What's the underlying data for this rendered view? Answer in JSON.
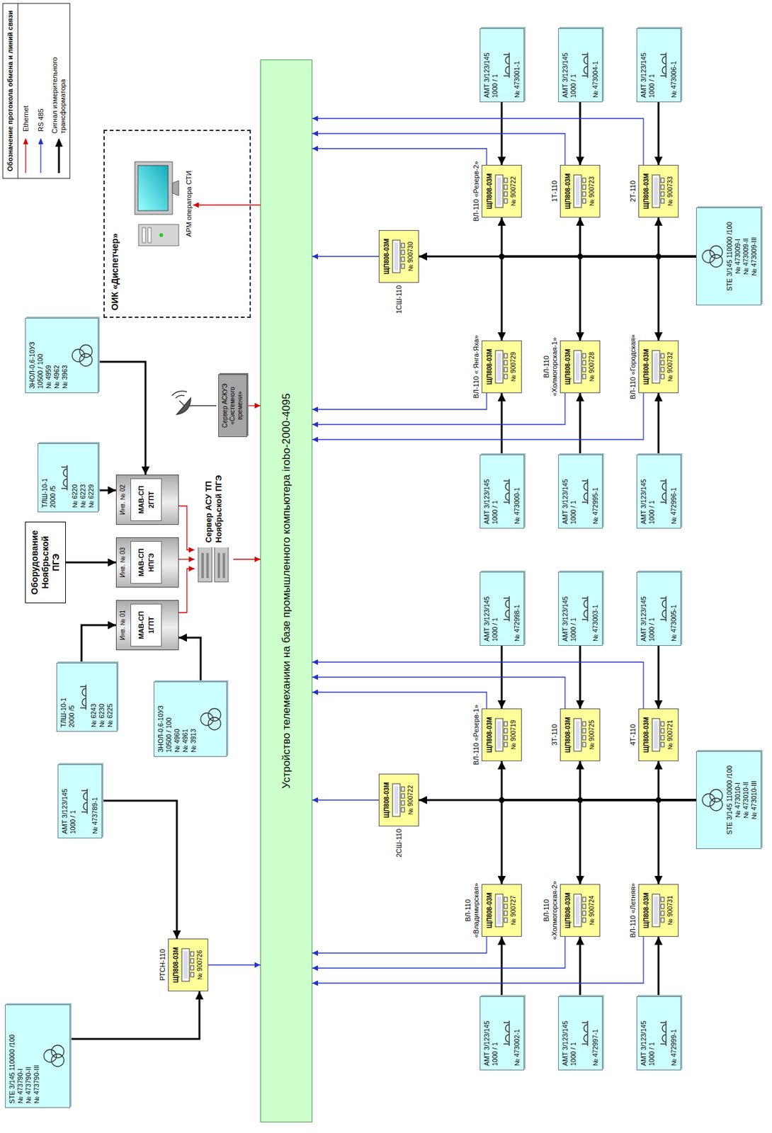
{
  "diagram": {
    "nodes": [
      {
        "text": [
          "STE 3/145 110000 /100",
          "№ 473790-I",
          "№ 473790-II",
          "№ 473790-III"
        ]
      },
      {
        "text": [
          "АМТ 3/123/145",
          "1000 / 1",
          "№ 473789-1"
        ]
      },
      {
        "text": [
          "РТСН-110",
          "ЩП808-03М",
          "№ 900726"
        ]
      },
      {
        "text": [
          "ЗНОЛ-0,6-10УЗ",
          "10500 / 100",
          "№ 4960",
          "№ 4961",
          "№ 3913"
        ]
      },
      {
        "text": [
          "ТЛШ-10-1",
          "2000 /5",
          "№ 6243",
          "№ 6230",
          "№ 6225"
        ]
      },
      {
        "text": [
          "Инв. № 01",
          "МАВ-СП",
          "1ГПТ"
        ]
      },
      {
        "text": [
          "Оборудование Ноябрьской ПГЭ"
        ]
      },
      {
        "text": [
          "Инв. № 03",
          "МАВ-СП",
          "НПГЭ"
        ]
      },
      {
        "text": [
          "ТЛШ-10-1",
          "2000 /5",
          "№ 6220",
          "№ 6223",
          "№ 6229"
        ]
      },
      {
        "text": [
          "Инв. № 02",
          "МАВ-СП",
          "2ГПТ"
        ]
      },
      {
        "text": [
          "Сервер АСУ ТП Ноябрьской ПГЭ"
        ]
      },
      {
        "text": [
          "ЗНОЛ-0,6-10УЗ",
          "10500 / 100",
          "№ 4959",
          "№ 4962",
          "№ 3963"
        ]
      },
      {
        "text": [
          "Сервер АСКУЭ «Системного времени»"
        ]
      },
      {
        "text": [
          "ОИК «Диспетчер»"
        ]
      },
      {
        "text": [
          "АРМ оператора СТИ"
        ],
        "in": 13
      },
      {
        "text": [
          "Устройство телемеханики на базе промышленного компьютера irobo-2000-4095"
        ]
      },
      {
        "text": [
          "АМТ 3/123/145",
          "1000 / 1",
          "№ 473002-1"
        ]
      },
      {
        "text": [
          "АМТ 3/123/145",
          "1000 / 1",
          "№ 472997-1"
        ]
      },
      {
        "text": [
          "АМТ 3/123/145",
          "1000 / 1",
          "№ 472999-1"
        ]
      },
      {
        "text": [
          "ВЛ-110 «Владимирская»",
          "ЩП808-03М",
          "№ 900727"
        ]
      },
      {
        "text": [
          "ВЛ-110 «Холмогорская-2»",
          "ЩП808-03М",
          "№ 900724"
        ]
      },
      {
        "text": [
          "ВЛ-110 «Летняя»",
          "ЩП808-03М",
          "№ 900731"
        ]
      },
      {
        "text": [
          "2СШ-110",
          "ЩП808-03М",
          "№ 900722"
        ]
      },
      {
        "text": [
          "STE 3/145 110000 /100",
          "№ 473010-I",
          "№ 473010-II",
          "№ 473010-III"
        ]
      },
      {
        "text": [
          "ВЛ-110 «Резерв-1»",
          "ЩП808-03М",
          "№ 900719"
        ]
      },
      {
        "text": [
          "3Т-110",
          "ЩП808-03М",
          "№ 900725"
        ]
      },
      {
        "text": [
          "4Т-110",
          "ЩП808-03М",
          "№ 900721"
        ]
      },
      {
        "text": [
          "АМТ 3/123/145",
          "1000 / 1",
          "№ 472998-1"
        ]
      },
      {
        "text": [
          "АМТ 3/123/145",
          "1000 / 1",
          "№ 473003-1"
        ]
      },
      {
        "text": [
          "АМТ 3/123/145",
          "1000 / 1",
          "№ 473005-1"
        ]
      },
      {
        "text": [
          "АМТ 3/123/145",
          "1000 / 1",
          "№ 473000-1"
        ]
      },
      {
        "text": [
          "АМТ 3/123/145",
          "1000 / 1",
          "№ 472995-1"
        ]
      },
      {
        "text": [
          "АМТ 3/123/145",
          "1000 / 1",
          "№ 472996-1"
        ]
      },
      {
        "text": [
          "ВЛ-110 « Янга-Яха»",
          "ЩП808-03М",
          "№ 900729"
        ]
      },
      {
        "text": [
          "ВЛ-110 «Холмогорская-1»",
          "ЩП808-03М",
          "№ 900728"
        ]
      },
      {
        "text": [
          "ВЛ-110 «Городская»",
          "ЩП808-03М",
          "№ 900732"
        ]
      },
      {
        "text": [
          "1СШ-110",
          "ЩП808-03М",
          "№ 900730"
        ]
      },
      {
        "text": [
          "STE 3/145 110000 /100",
          "№ 473009-I",
          "№ 473009-II",
          "№ 473009-III"
        ]
      },
      {
        "text": [
          "ВЛ-110 «Резерв-2»",
          "ЩП808-03М",
          "№ 900722"
        ]
      },
      {
        "text": [
          "1Т-110",
          "ЩП808-03М",
          "№ 900723"
        ]
      },
      {
        "text": [
          "2Т-110",
          "ЩП808-03М",
          "№ 900733"
        ]
      },
      {
        "text": [
          "АМТ 3/123/145",
          "1000 / 1",
          "№ 473001-1"
        ]
      },
      {
        "text": [
          "АМТ 3/123/145",
          "1000 / 1",
          "№ 473004-1"
        ]
      },
      {
        "text": [
          "АМТ 3/123/145",
          "1000 / 1",
          "№ 473006-1"
        ]
      }
    ],
    "edges": [
      {
        "from": 0,
        "to": 2,
        "arrow": "to"
      },
      {
        "from": 1,
        "to": 2,
        "arrow": "to"
      },
      {
        "from": 3,
        "to": 5,
        "arrow": "to"
      },
      {
        "from": 4,
        "to": 5,
        "arrow": "to"
      },
      {
        "from": 6,
        "to": 7,
        "arrow": "to"
      },
      {
        "from": 8,
        "to": 9,
        "arrow": "to"
      },
      {
        "from": 11,
        "to": 9,
        "arrow": "to"
      },
      {
        "from": 5,
        "to": 10,
        "arrow": "to"
      },
      {
        "from": 7,
        "to": 10,
        "arrow": "to"
      },
      {
        "from": 9,
        "to": 10,
        "arrow": "to"
      },
      {
        "from": 10,
        "to": 15,
        "arrow": "to"
      },
      {
        "from": 12,
        "to": 15,
        "arrow": "to"
      },
      {
        "from": 15,
        "to": 14,
        "arrow": "to"
      },
      {
        "from": 2,
        "to": 15,
        "arrow": "to"
      },
      {
        "from": 16,
        "to": 19,
        "arrow": "to"
      },
      {
        "from": 17,
        "to": 20,
        "arrow": "to"
      },
      {
        "from": 18,
        "to": 21,
        "arrow": "to"
      },
      {
        "from": 27,
        "to": 24,
        "arrow": "to"
      },
      {
        "from": 28,
        "to": 25,
        "arrow": "to"
      },
      {
        "from": 29,
        "to": 26,
        "arrow": "to"
      },
      {
        "from": 23,
        "to": 22,
        "arrow": "to"
      },
      {
        "from": 23,
        "to": 19,
        "arrow": "to"
      },
      {
        "from": 23,
        "to": 20,
        "arrow": "to"
      },
      {
        "from": 23,
        "to": 21,
        "arrow": "to"
      },
      {
        "from": 23,
        "to": 24,
        "arrow": "to"
      },
      {
        "from": 23,
        "to": 25,
        "arrow": "to"
      },
      {
        "from": 23,
        "to": 26,
        "arrow": "to"
      },
      {
        "from": 22,
        "to": 15,
        "arrow": "to"
      },
      {
        "from": 19,
        "to": 15,
        "arrow": "to"
      },
      {
        "from": 20,
        "to": 15,
        "arrow": "to"
      },
      {
        "from": 21,
        "to": 15,
        "arrow": "to"
      },
      {
        "from": 24,
        "to": 15,
        "arrow": "to"
      },
      {
        "from": 25,
        "to": 15,
        "arrow": "to"
      },
      {
        "from": 26,
        "to": 15,
        "arrow": "to"
      },
      {
        "from": 30,
        "to": 33,
        "arrow": "to"
      },
      {
        "from": 31,
        "to": 34,
        "arrow": "to"
      },
      {
        "from": 32,
        "to": 35,
        "arrow": "to"
      },
      {
        "from": 41,
        "to": 38,
        "arrow": "to"
      },
      {
        "from": 42,
        "to": 39,
        "arrow": "to"
      },
      {
        "from": 43,
        "to": 40,
        "arrow": "to"
      },
      {
        "from": 37,
        "to": 36,
        "arrow": "to"
      },
      {
        "from": 37,
        "to": 33,
        "arrow": "to"
      },
      {
        "from": 37,
        "to": 34,
        "arrow": "to"
      },
      {
        "from": 37,
        "to": 35,
        "arrow": "to"
      },
      {
        "from": 37,
        "to": 38,
        "arrow": "to"
      },
      {
        "from": 37,
        "to": 39,
        "arrow": "to"
      },
      {
        "from": 37,
        "to": 40,
        "arrow": "to"
      },
      {
        "from": 36,
        "to": 15,
        "arrow": "to"
      },
      {
        "from": 33,
        "to": 15,
        "arrow": "to"
      },
      {
        "from": 34,
        "to": 15,
        "arrow": "to"
      },
      {
        "from": 35,
        "to": 15,
        "arrow": "to"
      },
      {
        "from": 38,
        "to": 15,
        "arrow": "to"
      },
      {
        "from": 39,
        "to": 15,
        "arrow": "to"
      },
      {
        "from": 40,
        "to": 15,
        "arrow": "to"
      }
    ],
    "labels": [
      "Обозначение протокола обмена и линий связи"
    ],
    "legend": [
      {
        "text": "Ethernet"
      },
      {
        "text": "RS 485"
      },
      {
        "text": "Сигнал измерительного трансформатора"
      }
    ]
  }
}
